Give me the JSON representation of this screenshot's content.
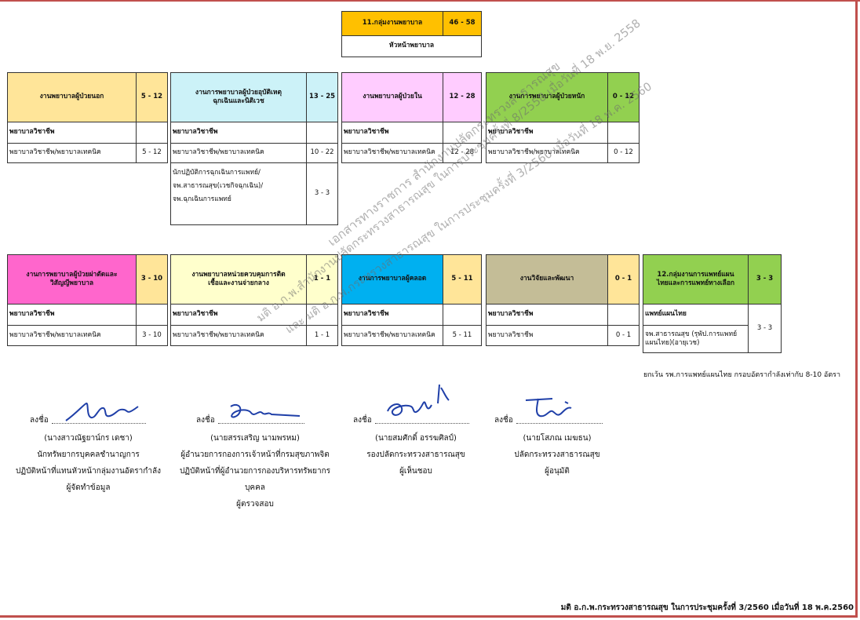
{
  "header": {
    "group_title": "11.กลุ่มงานพยาบาล",
    "group_ratio": "46 - 58",
    "head_nurse": "หัวหน้าพยาบาล"
  },
  "colors": {
    "group": "#ffc000",
    "opd": "#ffe599",
    "er": "#ccf2f8",
    "ipd": "#ffccff",
    "surgery": "#92d050",
    "anesthesia": "#ff66cc",
    "infection": "#ffffcc",
    "or": "#00b0f0",
    "research": "#c4bd97",
    "thaimed": "#92d050"
  },
  "row1": [
    {
      "title": "งานพยาบาลผู้ป่วยนอก",
      "ratio": "5 - 12",
      "rows": [
        {
          "text": "พยาบาลวิชาชีพ",
          "ratio": ""
        },
        {
          "text": "พยาบาลวิชาชีพ/พยาบาลเทคนิค",
          "ratio": "5 - 12"
        }
      ]
    },
    {
      "title": "งานการพยาบาลผู้ป่วยอุบัติเหตุฉุกเฉินและนิติเวช",
      "ratio": "13 - 25",
      "rows": [
        {
          "text": "พยาบาลวิชาชีพ",
          "ratio": ""
        },
        {
          "text": "พยาบาลวิชาชีพ/พยาบาลเทคนิค",
          "ratio": "10 - 22"
        },
        {
          "text": "นักปฏิบัติการฉุกเฉินการแพทย์/ จพ.สาธารณสุข(เวชกิจฉุกเฉิน)/ จพ.ฉุกเฉินการแพทย์",
          "ratio": "3 - 3"
        }
      ]
    },
    {
      "title": "งานพยาบาลผู้ป่วยใน",
      "ratio": "12 - 28",
      "rows": [
        {
          "text": "พยาบาลวิชาชีพ",
          "ratio": ""
        },
        {
          "text": "พยาบาลวิชาชีพ/พยาบาลเทคนิค",
          "ratio": "12 - 28"
        }
      ]
    },
    {
      "title": "งานการพยาบาลผู้ป่วยหนัก",
      "ratio": "0 - 12",
      "rows": [
        {
          "text": "พยาบาลวิชาชีพ",
          "ratio": ""
        },
        {
          "text": "พยาบาลวิชาชีพ/พยาบาลเทคนิค",
          "ratio": "0 - 12"
        }
      ]
    }
  ],
  "row2": [
    {
      "title": "งานการพยาบาลผู้ป่วยผ่าตัดและวิสัญญีพยาบาล",
      "ratio": "3 - 10",
      "rows": [
        {
          "text": "พยาบาลวิชาชีพ",
          "ratio": ""
        },
        {
          "text": "พยาบาลวิชาชีพ/พยาบาลเทคนิค",
          "ratio": "3 - 10"
        }
      ]
    },
    {
      "title": "งานพยาบาลหน่วยควบคุมการติดเชื้อและงานจ่ายกลาง",
      "ratio": "1 - 1",
      "rows": [
        {
          "text": "พยาบาลวิชาชีพ",
          "ratio": ""
        },
        {
          "text": "พยาบาลวิชาชีพ/พยาบาลเทคนิค",
          "ratio": "1 - 1"
        }
      ]
    },
    {
      "title": "งานการพยาบาลผู้คลอด",
      "ratio": "5 - 11",
      "rows": [
        {
          "text": "พยาบาลวิชาชีพ",
          "ratio": ""
        },
        {
          "text": "พยาบาลวิชาชีพ/พยาบาลเทคนิค",
          "ratio": "5 - 11"
        }
      ]
    },
    {
      "title": "งานวิจัยและพัฒนา",
      "ratio": "0 - 1",
      "rows": [
        {
          "text": "พยาบาลวิชาชีพ",
          "ratio": ""
        },
        {
          "text": "พยาบาลวิชาชีพ",
          "ratio": "0 - 1"
        }
      ]
    },
    {
      "title": "12.กลุ่มงานการแพทย์แผนไทยและการแพทย์ทางเลือก",
      "ratio": "3 - 3",
      "rows": [
        {
          "text": "แพทย์แผนไทย",
          "ratio": ""
        },
        {
          "text": "จพ.สาธารณสุข (รุพัป.การแพทย์แผนไทย)(อายุเวช)",
          "ratio": "3 - 3"
        }
      ]
    }
  ],
  "footnote": "ยกเว้น รพ.การแพทย์แผนไทย กรอบอัตรากำลังเท่ากับ 8-10 อัตรา",
  "watermarks": [
    "เอกสารทางราชการ สำนักงานปลัดกระทรวงสาธารณสุข",
    "มติ อ.ก.พ.สำนักงานปลัดกระทรวงสาธารณสุข ในการประชุมครั้งที่ 8/2558 เมื่อวันที่ 18 พ.ย. 2558",
    "และ มติ อ.ก.พ.กระทรวงสาธารณสุข ในการประชุมครั้งที่ 3/2560 เมื่อวันที่ 18 พ.ค. 2560"
  ],
  "signatures": [
    {
      "label": "ลงชื่อ",
      "name": "(นางสาวณัฐยาน์กร เดชา)",
      "lines": [
        "นักทรัพยากรบุคคลชำนาญการ",
        "ปฏิบัติหน้าที่แทนหัวหน้ากลุ่มงานอัตรากำลัง",
        "ผู้จัดทำข้อมูล"
      ]
    },
    {
      "label": "ลงชื่อ",
      "name": "(นายสรรเสริญ นามพรหม)",
      "lines": [
        "ผู้อำนวยการกองการเจ้าหน้าที่กรมสุขภาพจิต",
        "ปฏิบัติหน้าที่ผู้อำนวยการกองบริหารทรัพยากรบุคคล",
        "ผู้ตรวจสอบ"
      ]
    },
    {
      "label": "ลงชื่อ",
      "name": "(นายสมศักดิ์ อรรฆศิลป์)",
      "lines": [
        "รองปลัดกระทรวงสาธารณสุข",
        "ผู้เห็นชอบ"
      ]
    },
    {
      "label": "ลงชื่อ",
      "name": "(นายโสภณ เมฆธน)",
      "lines": [
        "ปลัดกระทรวงสาธารณสุข",
        "ผู้อนุมัติ"
      ]
    }
  ],
  "bottom_note": "มติ อ.ก.พ.กระทรวงสาธารณสุข ในการประชุมครั้งที่ 3/2560 เมื่อวันที่ 18 พ.ค.2560"
}
